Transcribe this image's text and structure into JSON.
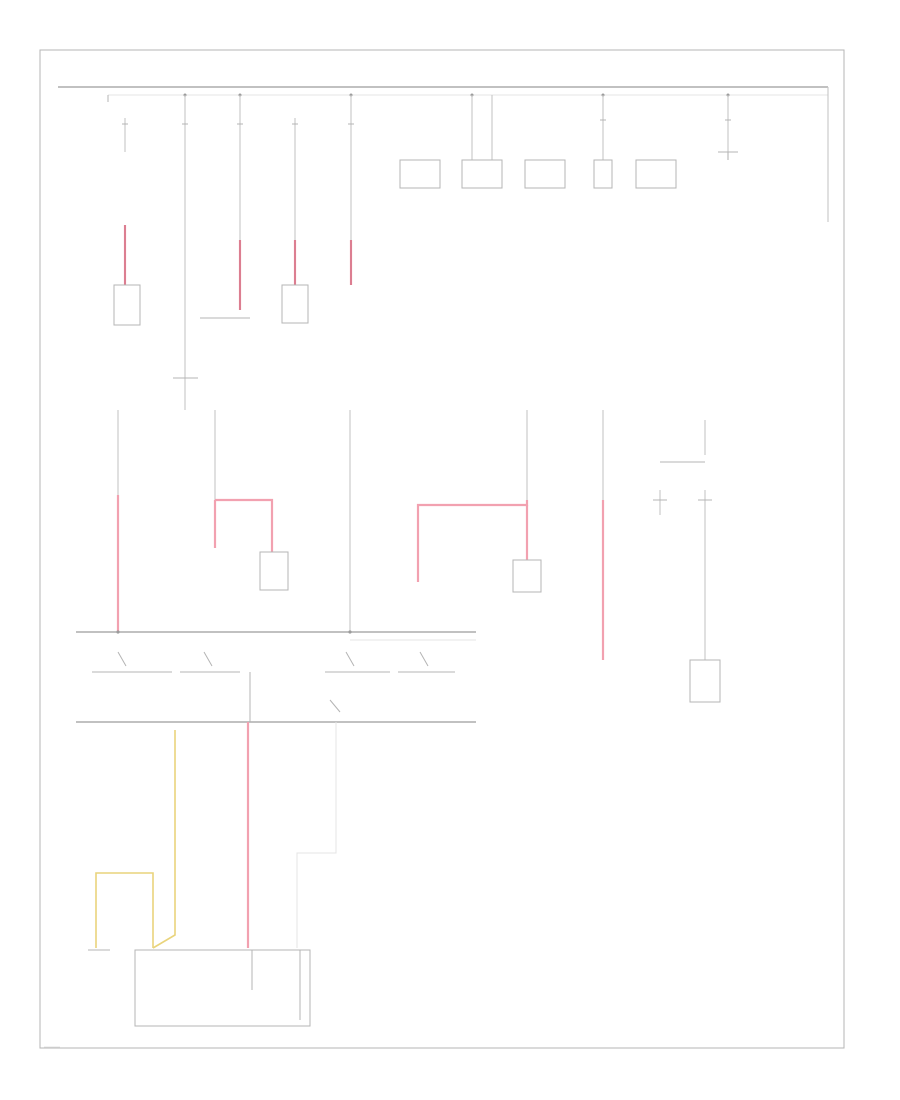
{
  "diagram": {
    "title": "",
    "labels": [],
    "page_number": ""
  },
  "colors": {
    "frame": "#b5b5b5",
    "bus": "#9c9c9c",
    "wire_gray": "#b4b4b4",
    "wire_pink": "#f2a1b0",
    "wire_yellow": "#e9d47c"
  },
  "elements": {
    "top_bus": "power feed bus",
    "fuses_upper": 10,
    "connectors_top_row": 6,
    "components_upper": 5,
    "fuses_mid": 6,
    "ground_bars": 2,
    "bottom_module": 1
  }
}
